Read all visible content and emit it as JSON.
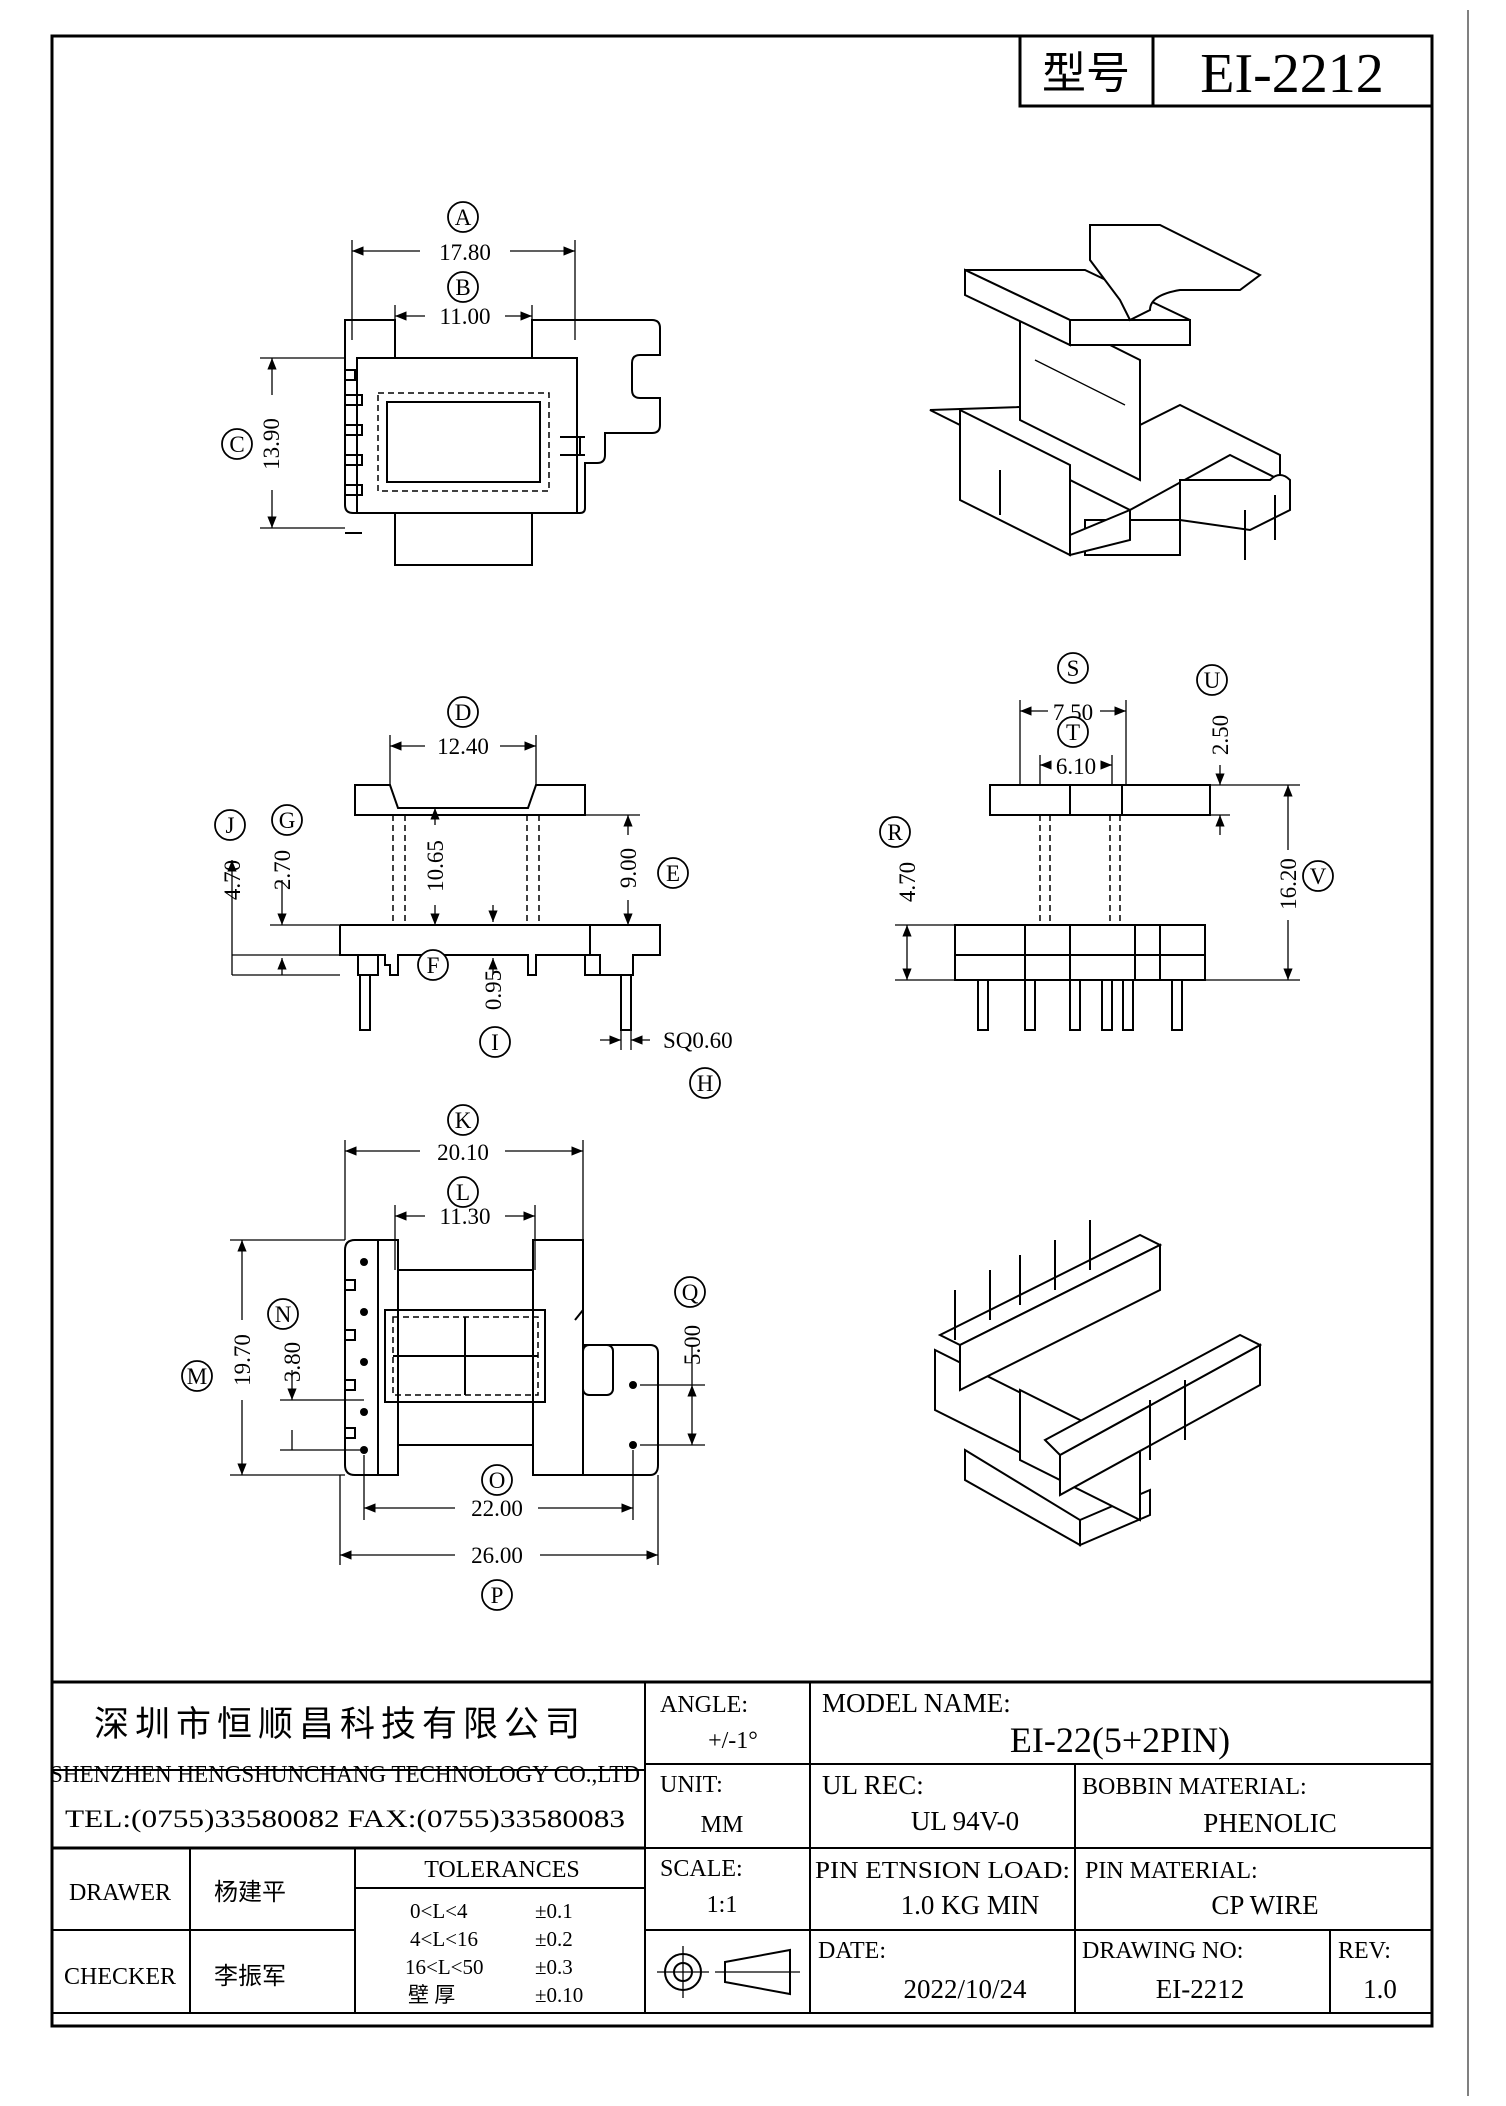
{
  "title_block": {
    "model_label": "型号",
    "model_value": "EI-2212",
    "company_cn": "深圳市恒顺昌科技有限公司",
    "company_en": "SHENZHEN HENGSHUNCHANG TECHNOLOGY CO.,LTD",
    "contact": "TEL:(0755)33580082 FAX:(0755)33580083",
    "angle_label": "ANGLE:",
    "angle_value": "+/-1°",
    "model_name_label": "MODEL NAME:",
    "model_name_value": "EI-22(5+2PIN)",
    "unit_label": "UNIT:",
    "unit_value": "MM",
    "ul_rec_label": "UL REC:",
    "ul_rec_value": "UL 94V-0",
    "bobbin_material_label": "BOBBIN MATERIAL:",
    "bobbin_material_value": "PHENOLIC",
    "drawer_label": "DRAWER",
    "drawer_name": "杨建平",
    "checker_label": "CHECKER",
    "checker_name": "李振军",
    "tolerances_label": "TOLERANCES",
    "tolerances": [
      {
        "range": "0<L<4",
        "value": "±0.1"
      },
      {
        "range": "4<L<16",
        "value": "±0.2"
      },
      {
        "range": "16<L<50",
        "value": "±0.3"
      },
      {
        "range": "壁  厚",
        "value": "±0.10"
      }
    ],
    "scale_label": "SCALE:",
    "scale_value": "1:1",
    "pin_load_label": "PIN ETNSION LOAD:",
    "pin_load_value": "1.0 KG MIN",
    "pin_material_label": "PIN MATERIAL:",
    "pin_material_value": "CP WIRE",
    "date_label": "DATE:",
    "date_value": "2022/10/24",
    "drawing_no_label": "DRAWING NO:",
    "drawing_no_value": "EI-2212",
    "rev_label": "REV:",
    "rev_value": "1.0"
  },
  "dimensions": {
    "A": "17.80",
    "B": "11.00",
    "C": "13.90",
    "D": "12.40",
    "E": "9.00",
    "F": "10.65",
    "G": "2.70",
    "H": "SQ0.60",
    "I": "0.95",
    "J": "4.70",
    "K": "20.10",
    "L": "11.30",
    "M": "19.70",
    "N": "3.80",
    "O": "22.00",
    "P": "26.00",
    "Q": "5.00",
    "R": "4.70",
    "S": "7.50",
    "T": "6.10",
    "U": "2.50",
    "V": "16.20"
  },
  "labels": [
    "A",
    "B",
    "C",
    "D",
    "E",
    "F",
    "G",
    "H",
    "I",
    "J",
    "K",
    "L",
    "M",
    "N",
    "O",
    "P",
    "Q",
    "R",
    "S",
    "T",
    "U",
    "V"
  ]
}
